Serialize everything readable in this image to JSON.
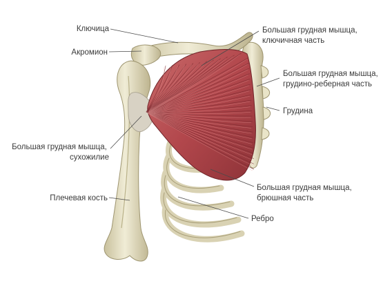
{
  "labels": {
    "clavicle": "Ключица",
    "acromion": "Акромион",
    "clavicular_part": [
      "Большая грудная мышца,",
      "ключичная часть"
    ],
    "sternocostal_part": [
      "Большая грудная мышца,",
      "грудино-реберная часть"
    ],
    "sternum": "Грудина",
    "tendon": [
      "Большая грудная мышца,",
      "сухожилие"
    ],
    "humerus": "Плечевая кость",
    "abdominal_part": [
      "Большая грудная мышца,",
      "брюшная часть"
    ],
    "rib": "Ребро"
  },
  "colors": {
    "bone": "#e9e4c8",
    "bone_shadow": "#b9b189",
    "muscle": "#b2474c",
    "muscle_dark": "#7d2a30",
    "tendon": "#d8d2c4",
    "text": "#3a3a3a"
  }
}
